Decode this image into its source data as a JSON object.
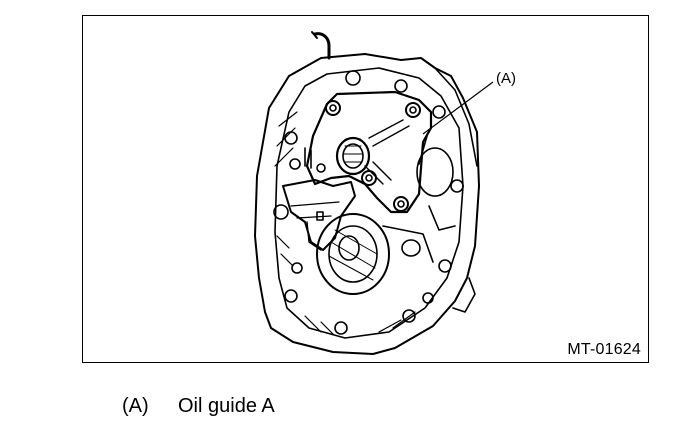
{
  "figure": {
    "id_label": "MT-01624",
    "callouts": [
      {
        "label": "(A)"
      }
    ]
  },
  "caption": {
    "label": "(A)",
    "text": "Oil guide A"
  }
}
